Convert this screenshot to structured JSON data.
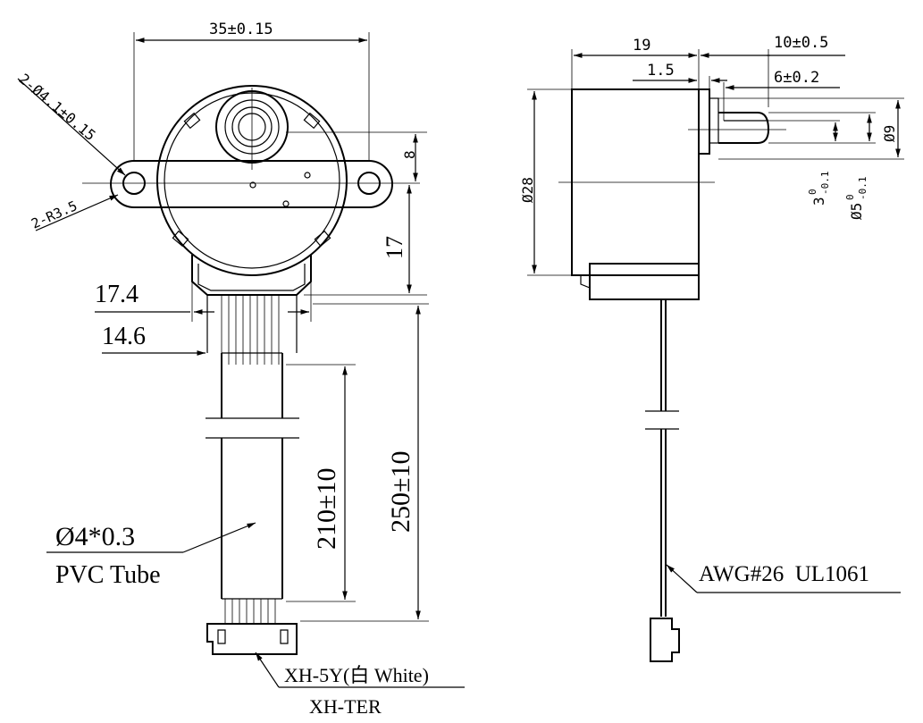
{
  "front_view": {
    "width_dim": "35±0.15",
    "hole_dim": "2-Ø4.1±0.15",
    "radius_dim": "2-R3.5",
    "offset_8": "8",
    "offset_17": "17",
    "width_17_4": "17.4",
    "width_14_6": "14.6",
    "len_210": "210±10",
    "len_250": "250±10",
    "tube_size": "Ø4*0.3",
    "tube_label": "PVC Tube",
    "connector": "XH-5Y(白 White)",
    "terminal": "XH-TER"
  },
  "side_view": {
    "body_len": "19",
    "shaft_len": "10±0.5",
    "flange": "1.5",
    "flat_len": "6±0.2",
    "dia_28": "Ø28",
    "dia_9": "Ø9",
    "flat_3": "3",
    "flat_3_tol_top": "0",
    "flat_3_tol_bot": "-0.1",
    "dia_5": "Ø5",
    "dia_5_tol_top": "0",
    "dia_5_tol_bot": "-0.1",
    "wire_label": "AWG#26  UL1061"
  }
}
